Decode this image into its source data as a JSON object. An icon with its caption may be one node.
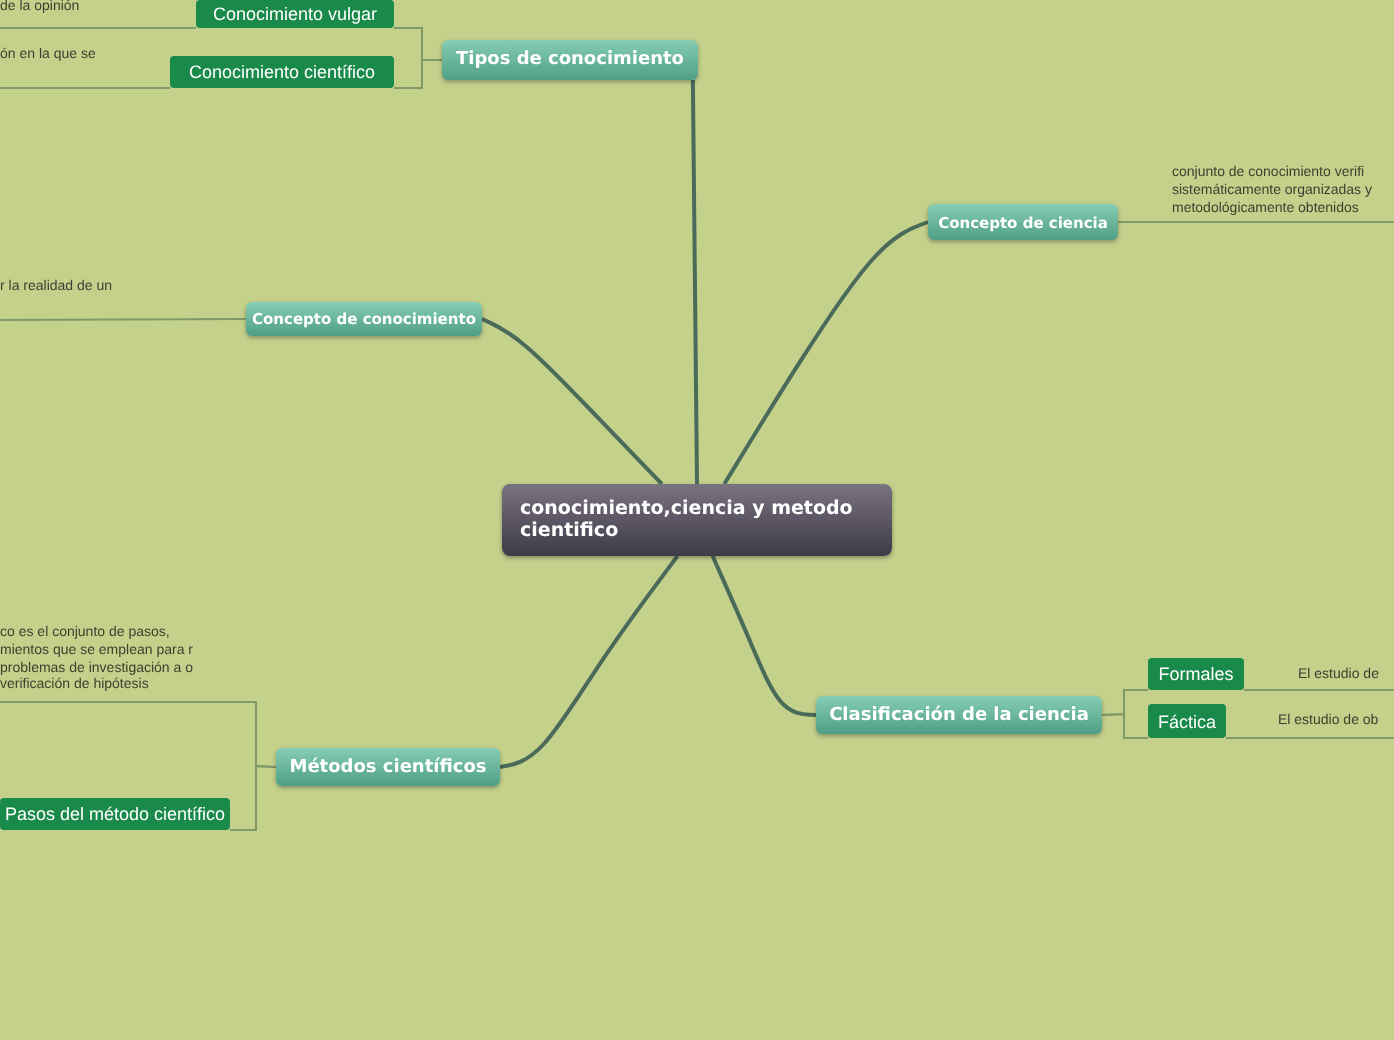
{
  "diagram": {
    "nodes": [
      {
        "text": [
          "conocimiento,ciencia y metodo cientifico"
        ]
      },
      {
        "text": [
          "Tipos de conocimiento"
        ]
      },
      {
        "text": [
          "Conocimiento vulgar"
        ]
      },
      {
        "text": [
          "Conocimiento científico"
        ]
      },
      {
        "text": [
          "Concepto  de ciencia"
        ]
      },
      {
        "text": [
          "Concepto de conocimiento"
        ]
      },
      {
        "text": [
          "Clasificación de la ciencia"
        ]
      },
      {
        "text": [
          "Formales"
        ]
      },
      {
        "text": [
          "Fáctica"
        ]
      },
      {
        "text": [
          "Métodos científicos"
        ]
      },
      {
        "text": [
          "Pasos del método científico"
        ]
      },
      {
        "text": [
          "de la opinión"
        ]
      },
      {
        "text": [
          "ón en la que se"
        ]
      },
      {
        "text": [
          "r la realidad de un"
        ]
      },
      {
        "text": [
          "conjunto de conocimiento verifi sistemáticamente organizadas y metodológicamente obtenidos"
        ]
      },
      {
        "text": [
          "co es el conjunto de pasos, mientos que se emplean para r problemas de investigación a o verificación de hipótesis"
        ]
      },
      {
        "text": [
          "El estudio de"
        ]
      },
      {
        "text": [
          "El estudio de ob"
        ]
      }
    ],
    "edges": [
      {
        "from": 0,
        "to": 1,
        "arrow": "none"
      },
      {
        "from": 0,
        "to": 4,
        "arrow": "none"
      },
      {
        "from": 0,
        "to": 5,
        "arrow": "none"
      },
      {
        "from": 0,
        "to": 6,
        "arrow": "none"
      },
      {
        "from": 0,
        "to": 9,
        "arrow": "none"
      },
      {
        "from": 1,
        "to": 2,
        "arrow": "none"
      },
      {
        "from": 1,
        "to": 3,
        "arrow": "none"
      },
      {
        "from": 6,
        "to": 7,
        "arrow": "none"
      },
      {
        "from": 6,
        "to": 8,
        "arrow": "none"
      },
      {
        "from": 9,
        "to": 10,
        "arrow": "none"
      },
      {
        "from": 2,
        "to": 11,
        "arrow": "none"
      },
      {
        "from": 3,
        "to": 12,
        "arrow": "none"
      },
      {
        "from": 5,
        "to": 13,
        "arrow": "none"
      },
      {
        "from": 4,
        "to": 14,
        "arrow": "none"
      },
      {
        "from": 9,
        "to": 15,
        "arrow": "none"
      },
      {
        "from": 7,
        "to": 16,
        "arrow": "none"
      },
      {
        "from": 8,
        "to": 17,
        "arrow": "none"
      }
    ]
  }
}
